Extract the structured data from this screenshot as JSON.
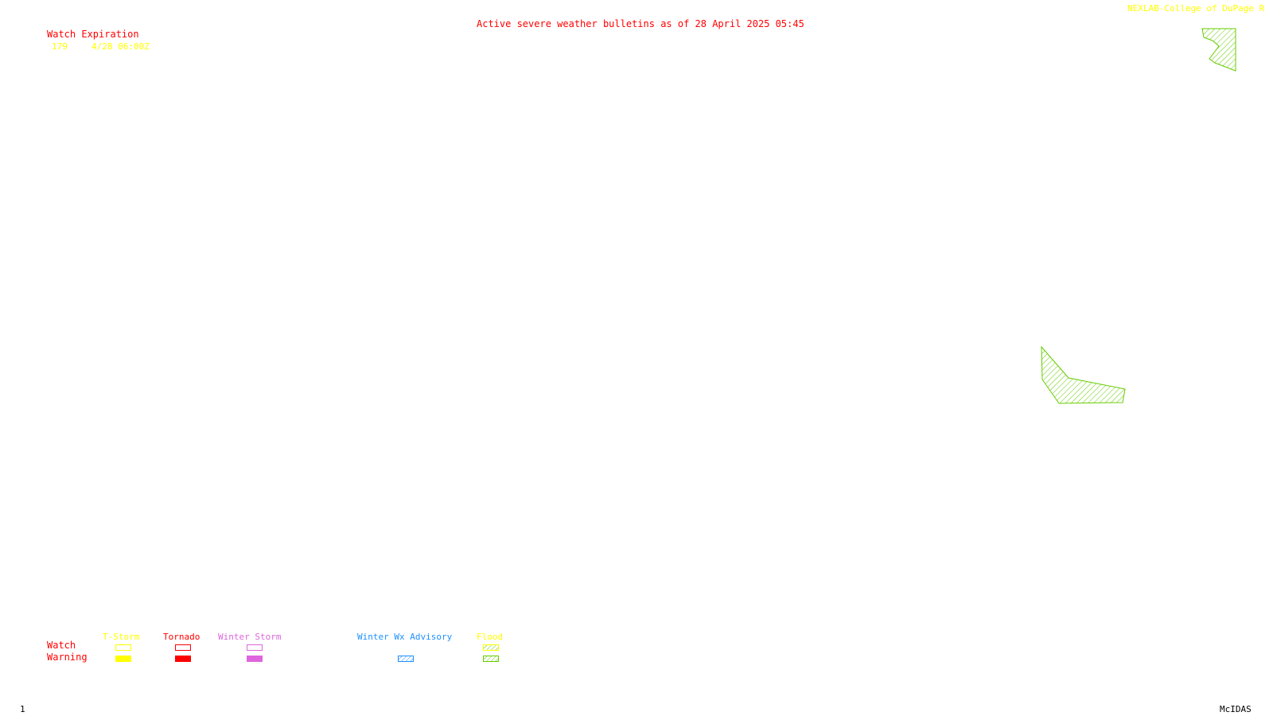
{
  "header": {
    "credit": "NEXLAB-College of DuPage R",
    "bulletin_title": "Active severe weather bulletins as of 28 April 2025 05:45"
  },
  "watch_table": {
    "heading": "Watch Expiration",
    "rows": [
      {
        "number": "179",
        "expiration": "4/28 06:00Z"
      }
    ]
  },
  "legend": {
    "row_labels": {
      "watch": "Watch",
      "warning": "Warning"
    },
    "categories": [
      {
        "label": "T-Storm",
        "color": "#ffff00",
        "watch_style": "outline",
        "warning_style": "solid"
      },
      {
        "label": "Tornado",
        "color": "#ff0000",
        "watch_style": "outline",
        "warning_style": "solid"
      },
      {
        "label": "Winter Storm",
        "color": "#dd66dd",
        "watch_style": "outline",
        "warning_style": "solid"
      },
      {
        "label": "Winter Wx Advisory",
        "color": "#1e90ff",
        "warning_style": "hatched"
      },
      {
        "label": "Flood",
        "color": "#66cc00",
        "watch_style": "hatched",
        "warning_style": "hatched"
      }
    ]
  },
  "map": {
    "features": [
      {
        "name": "flood-warning-polygon-northeast",
        "category": "Flood",
        "type": "Warning"
      },
      {
        "name": "flood-warning-polygon-east",
        "category": "Flood",
        "type": "Warning"
      }
    ]
  },
  "footer": {
    "frame_number": "1",
    "software": "McIDAS"
  },
  "colors": {
    "title_red": "#ff0000",
    "credit_yellow": "#ffff00",
    "flood_green": "#66cc00",
    "advisory_blue": "#1e90ff",
    "winter_magenta": "#dd66dd",
    "footer_black": "#000000"
  }
}
